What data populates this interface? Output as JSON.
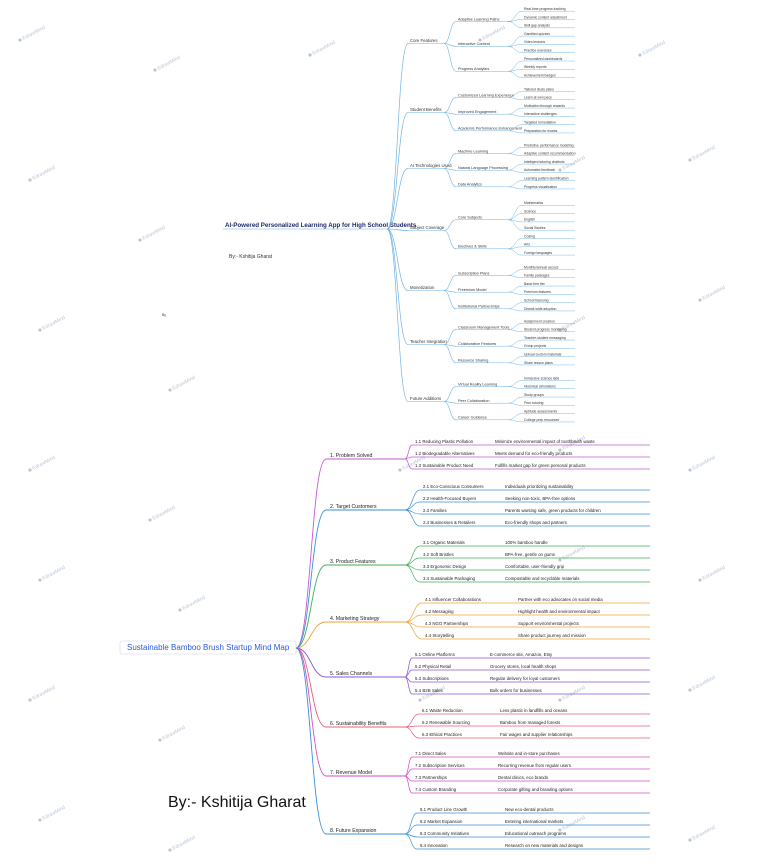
{
  "mindmap1": {
    "root": "AI-Powered Personalized Learning App for High School Students",
    "byline": "By:- Kshitija Gharat",
    "side_note": "By",
    "branches": [
      {
        "label": "Core Features",
        "subs": [
          {
            "label": "Adaptive Learning Paths",
            "leaves": [
              "Real-time progress tracking",
              "Dynamic content adjustment",
              "Skill gap analysis"
            ]
          },
          {
            "label": "Interactive Content",
            "leaves": [
              "Gamified quizzes",
              "Video lessons",
              "Practice exercises"
            ]
          },
          {
            "label": "Progress Analytics",
            "leaves": [
              "Personalized dashboards",
              "Weekly reports",
              "Achievement badges"
            ]
          }
        ]
      },
      {
        "label": "Student Benefits",
        "subs": [
          {
            "label": "Customized Learning Experience",
            "leaves": [
              "Tailored study plans",
              "Learn at own pace"
            ]
          },
          {
            "label": "Improved Engagement",
            "leaves": [
              "Motivation through rewards",
              "Interactive challenges"
            ]
          },
          {
            "label": "Academic Performance Enhancement",
            "leaves": [
              "Targeted remediation",
              "Preparation for exams"
            ]
          }
        ]
      },
      {
        "label": "AI Technologies Used",
        "subs": [
          {
            "label": "Machine Learning",
            "leaves": [
              "Predictive performance modeling",
              "Adaptive content recommendation"
            ]
          },
          {
            "label": "Natural Language Processing",
            "leaves": [
              "Intelligent tutoring chatbots",
              "Automated feedback"
            ]
          },
          {
            "label": "Data Analytics",
            "leaves": [
              "Learning pattern identification",
              "Progress visualization"
            ]
          }
        ]
      },
      {
        "label": "Subject Coverage",
        "subs": [
          {
            "label": "Core Subjects",
            "leaves": [
              "Mathematics",
              "Science",
              "English",
              "Social Studies"
            ]
          },
          {
            "label": "Electives & Skills",
            "leaves": [
              "Coding",
              "Arts",
              "Foreign languages"
            ]
          }
        ]
      },
      {
        "label": "Monetization",
        "subs": [
          {
            "label": "Subscription Plans",
            "leaves": [
              "Monthly/annual access",
              "Family packages"
            ]
          },
          {
            "label": "Freemium Model",
            "leaves": [
              "Basic free tier",
              "Premium features"
            ]
          },
          {
            "label": "Institutional Partnerships",
            "leaves": [
              "School licensing",
              "District-wide adoption"
            ]
          }
        ]
      },
      {
        "label": "Teacher Integration",
        "subs": [
          {
            "label": "Classroom Management Tools",
            "leaves": [
              "Assignment creation",
              "Student progress monitoring"
            ]
          },
          {
            "label": "Collaborative Features",
            "leaves": [
              "Teacher-student messaging",
              "Group projects"
            ]
          },
          {
            "label": "Resource Sharing",
            "leaves": [
              "Upload custom materials",
              "Share lesson plans"
            ]
          }
        ]
      },
      {
        "label": "Future Additions",
        "subs": [
          {
            "label": "Virtual Reality Learning",
            "leaves": [
              "Immersive science labs",
              "Historical simulations"
            ]
          },
          {
            "label": "Peer Collaboration",
            "leaves": [
              "Study groups",
              "Peer tutoring"
            ]
          },
          {
            "label": "Career Guidance",
            "leaves": [
              "Aptitude assessments",
              "College prep resources"
            ]
          }
        ]
      }
    ]
  },
  "mindmap2": {
    "root": "Sustainable Bamboo Brush Startup Mind Map",
    "author": "By:- Kshitija Gharat",
    "branches": [
      {
        "label": "1. Problem Solved",
        "color": "#c45ad6",
        "items": [
          {
            "label": "1.1 Reducing Plastic Pollution",
            "desc": "Minimize environmental impact of toothbrush waste"
          },
          {
            "label": "1.2 Biodegradable Alternatives",
            "desc": "Meets demand for eco-friendly products"
          },
          {
            "label": "1.3 Sustainable Product Need",
            "desc": "Fulfills market gap for green personal products"
          }
        ]
      },
      {
        "label": "2. Target Customers",
        "color": "#3b8fd6",
        "items": [
          {
            "label": "2.1 Eco-Conscious Consumers",
            "desc": "Individuals prioritizing sustainability"
          },
          {
            "label": "2.2 Health-Focused Buyers",
            "desc": "Seeking non-toxic, BPA-free options"
          },
          {
            "label": "2.3 Families",
            "desc": "Parents wanting safe, green products for children"
          },
          {
            "label": "2.4 Businesses & Retailers",
            "desc": "Eco-friendly shops and partners"
          }
        ]
      },
      {
        "label": "3. Product Features",
        "color": "#3fae5a",
        "items": [
          {
            "label": "3.1 Organic Materials",
            "desc": "100% bamboo handle"
          },
          {
            "label": "3.2 Soft Bristles",
            "desc": "BPA-free, gentle on gums"
          },
          {
            "label": "3.3 Ergonomic Design",
            "desc": "Comfortable, user-friendly grip"
          },
          {
            "label": "3.4 Sustainable Packaging",
            "desc": "Compostable and recyclable materials"
          }
        ]
      },
      {
        "label": "4. Marketing Strategy",
        "color": "#f0a23a",
        "items": [
          {
            "label": "4.1 Influencer Collaborations",
            "desc": "Partner with eco advocates on social media"
          },
          {
            "label": "4.2 Messaging",
            "desc": "Highlight health and environmental impact"
          },
          {
            "label": "4.3 NGO Partnerships",
            "desc": "Support environmental projects"
          },
          {
            "label": "4.4 Storytelling",
            "desc": "Share product journey and mission"
          }
        ]
      },
      {
        "label": "5. Sales Channels",
        "color": "#8a58d6",
        "items": [
          {
            "label": "5.1 Online Platforms",
            "desc": "E-commerce site, Amazon, Etsy"
          },
          {
            "label": "5.2 Physical Retail",
            "desc": "Grocery stores, local health shops"
          },
          {
            "label": "5.3 Subscriptions",
            "desc": "Regular delivery for loyal customers"
          },
          {
            "label": "5.4 B2B Sales",
            "desc": "Bulk orders for businesses"
          }
        ]
      },
      {
        "label": "6. Sustainability Benefits",
        "color": "#e8607a",
        "items": [
          {
            "label": "6.1 Waste Reduction",
            "desc": "Less plastic in landfills and oceans"
          },
          {
            "label": "6.2 Renewable Sourcing",
            "desc": "Bamboo from managed forests"
          },
          {
            "label": "6.3 Ethical Practices",
            "desc": "Fair wages and supplier relationships"
          }
        ]
      },
      {
        "label": "7. Revenue Model",
        "color": "#d24fc0",
        "items": [
          {
            "label": "7.1 Direct Sales",
            "desc": "Website and in-store purchases"
          },
          {
            "label": "7.2 Subscription Services",
            "desc": "Recurring revenue from regular users"
          },
          {
            "label": "7.3 Partnerships",
            "desc": "Dental clinics, eco brands"
          },
          {
            "label": "7.4 Custom Branding",
            "desc": "Corporate gifting and branding options"
          }
        ]
      },
      {
        "label": "8. Future Expansion",
        "color": "#3b8fd6",
        "items": [
          {
            "label": "8.1 Product Line Growth",
            "desc": "New eco-dental products"
          },
          {
            "label": "8.2 Market Expansion",
            "desc": "Entering international markets"
          },
          {
            "label": "8.3 Community Initiatives",
            "desc": "Educational outreach programs"
          },
          {
            "label": "8.4 Innovation",
            "desc": "Research on new materials and designs"
          }
        ]
      }
    ]
  },
  "watermark": "EdrawMind",
  "colors": {
    "line1": "#6fb2e6",
    "root2": "#2d5bd8"
  }
}
